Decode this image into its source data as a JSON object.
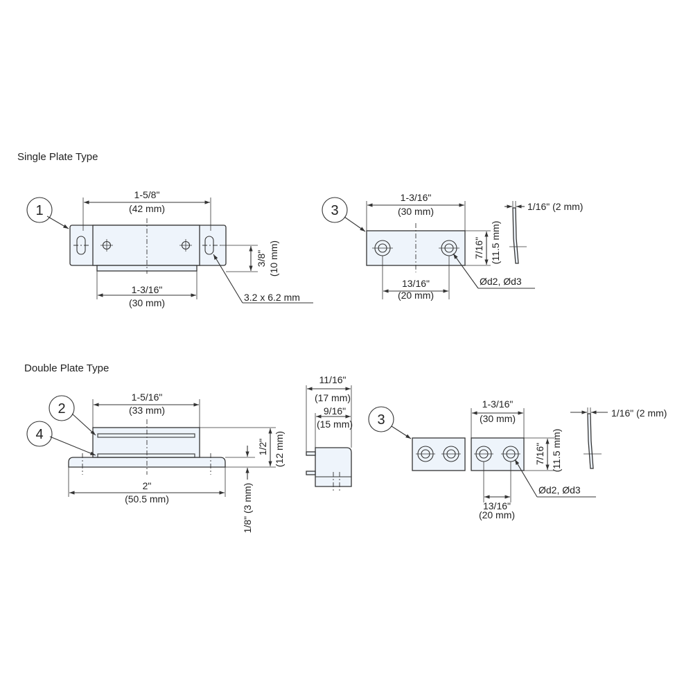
{
  "sections": {
    "single": {
      "title": "Single Plate Type"
    },
    "double": {
      "title": "Double Plate Type"
    }
  },
  "callouts": {
    "single_magnet": "1",
    "single_plate": "3",
    "double_magnet": "2",
    "double_base": "4",
    "double_plate": "3"
  },
  "dims": {
    "s_overall_in": "1-5/8\"",
    "s_overall_mm": "(42 mm)",
    "s_body_in": "1-3/16\"",
    "s_body_mm": "(30 mm)",
    "s_height_in": "3/8\"",
    "s_height_mm": "(10 mm)",
    "s_slot": "3.2 x 6.2 mm",
    "sp_width_in": "1-3/16\"",
    "sp_width_mm": "(30 mm)",
    "sp_height_in": "7/16\"",
    "sp_height_mm": "(11.5 mm)",
    "sp_pitch_in": "13/16\"",
    "sp_pitch_mm": "(20 mm)",
    "sp_holes": "Ød2, Ød3",
    "sp_thick": "1/16\" (2 mm)",
    "d_body_in": "1-5/16\"",
    "d_body_mm": "(33 mm)",
    "d_base_in": "2\"",
    "d_base_mm": "(50.5 mm)",
    "d_height_in": "1/2\"",
    "d_height_mm": "(12 mm)",
    "d_flange": "1/8\" (3 mm)",
    "side_depth_in": "11/16\"",
    "side_depth_mm": "(17 mm)",
    "side_inner_in": "9/16\"",
    "side_inner_mm": "(15 mm)",
    "dp_width_in": "1-3/16\"",
    "dp_width_mm": "(30 mm)",
    "dp_height_in": "7/16\"",
    "dp_height_mm": "(11.5 mm)",
    "dp_pitch_in": "13/16\"",
    "dp_pitch_mm": "(20 mm)",
    "dp_holes": "Ød2, Ød3",
    "dp_thick": "1/16\" (2 mm)"
  }
}
